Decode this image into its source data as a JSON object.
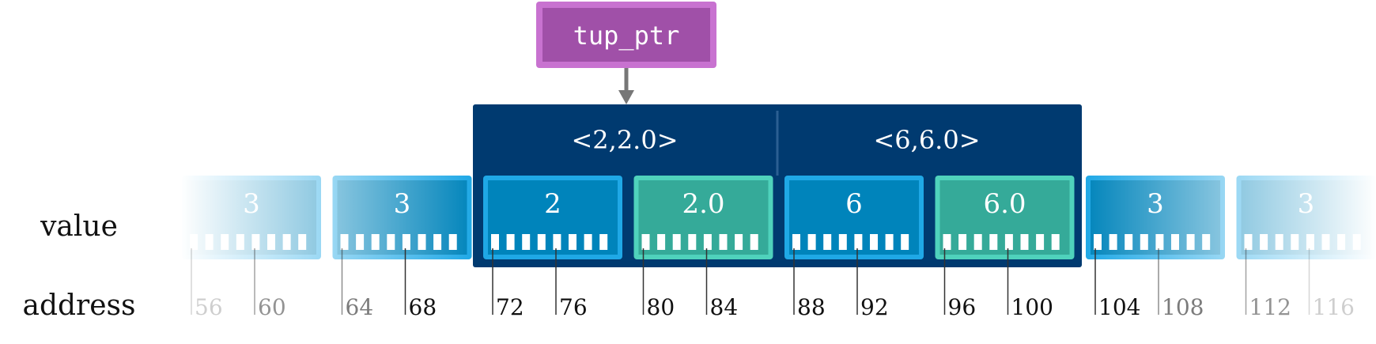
{
  "pointer": {
    "label": "tup_ptr"
  },
  "row_labels": {
    "value": "value",
    "address": "address"
  },
  "tuples": [
    {
      "label": "<2,2.0>"
    },
    {
      "label": "<6,6.0>"
    }
  ],
  "cells": [
    {
      "value": "3",
      "kind": "int",
      "style": "fade-left-strong"
    },
    {
      "value": "3",
      "kind": "int",
      "style": "fade-left"
    },
    {
      "value": "2",
      "kind": "int",
      "style": "solid"
    },
    {
      "value": "2.0",
      "kind": "float",
      "style": "solid"
    },
    {
      "value": "6",
      "kind": "int",
      "style": "solid"
    },
    {
      "value": "6.0",
      "kind": "float",
      "style": "solid"
    },
    {
      "value": "3",
      "kind": "int",
      "style": "fade-right"
    },
    {
      "value": "3",
      "kind": "int",
      "style": "fade-right-strong"
    }
  ],
  "addresses": [
    "56",
    "60",
    "64",
    "68",
    "72",
    "76",
    "80",
    "84",
    "88",
    "92",
    "96",
    "100",
    "104",
    "108",
    "112",
    "116"
  ],
  "colors": {
    "pointer_fill": "#a050a8",
    "pointer_border": "#c872d0",
    "tuple_bg": "#003a70",
    "int_fill": "#0084bb",
    "int_border": "#1fa8e6",
    "float_fill": "#35aa99",
    "float_border": "#4fd2bc",
    "arrow": "#777777",
    "text_dark": "#111111"
  }
}
